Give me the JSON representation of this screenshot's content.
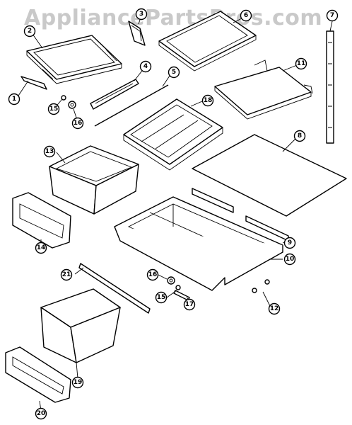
{
  "watermark": "AppliancePartsPros.com",
  "callouts": [
    {
      "id": "c1",
      "num": "1"
    },
    {
      "id": "c2",
      "num": "2"
    },
    {
      "id": "c3",
      "num": "3"
    },
    {
      "id": "c4",
      "num": "4"
    },
    {
      "id": "c5",
      "num": "5"
    },
    {
      "id": "c6",
      "num": "6"
    },
    {
      "id": "c7",
      "num": "7"
    },
    {
      "id": "c8",
      "num": "8"
    },
    {
      "id": "c9",
      "num": "9"
    },
    {
      "id": "c10",
      "num": "10"
    },
    {
      "id": "c11",
      "num": "11"
    },
    {
      "id": "c12",
      "num": "12"
    },
    {
      "id": "c13",
      "num": "13"
    },
    {
      "id": "c14",
      "num": "14"
    },
    {
      "id": "c15a",
      "num": "15"
    },
    {
      "id": "c15b",
      "num": "15"
    },
    {
      "id": "c16a",
      "num": "16"
    },
    {
      "id": "c16b",
      "num": "16"
    },
    {
      "id": "c17",
      "num": "17"
    },
    {
      "id": "c18",
      "num": "18"
    },
    {
      "id": "c19",
      "num": "19"
    },
    {
      "id": "c20",
      "num": "20"
    },
    {
      "id": "c21",
      "num": "21"
    }
  ]
}
